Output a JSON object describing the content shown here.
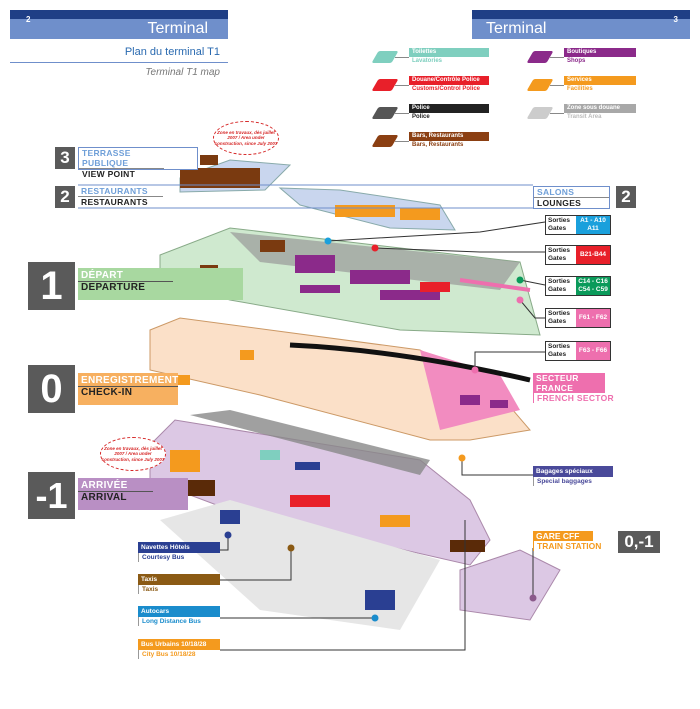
{
  "header_left": {
    "page": "2",
    "title": "Terminal"
  },
  "header_right": {
    "page": "3",
    "title": "Terminal"
  },
  "subtitle": {
    "fr": "Plan du terminal T1",
    "en": "Terminal T1 map"
  },
  "legend": [
    {
      "fr": "Toilettes",
      "en": "Lavatories",
      "color": "#7fcfbf"
    },
    {
      "fr": "Douane/Contrôle Police",
      "en": "Customs/Control Police",
      "color": "#e8202a"
    },
    {
      "fr": "Police",
      "en": "Police",
      "color": "#222222"
    },
    {
      "fr": "Bars, Restaurants",
      "en": "Bars, Restaurants",
      "color": "#8b3f12"
    },
    {
      "fr": "Boutiques",
      "en": "Shops",
      "color": "#8b2a8a"
    },
    {
      "fr": "Services",
      "en": "Facilities",
      "color": "#f49a1e"
    },
    {
      "fr": "Zone sous douane",
      "en": "Transit Area",
      "color": "#a8a8a8"
    }
  ],
  "levels": {
    "l3": {
      "num": "3",
      "fr": "TERRASSE PUBLIQUE",
      "en": "VIEW POINT"
    },
    "l2": {
      "num": "2",
      "fr": "RESTAURANTS",
      "en": "RESTAURANTS"
    },
    "l2r": {
      "num": "2",
      "fr": "SALONS",
      "en": "LOUNGES"
    },
    "l1": {
      "num": "1",
      "fr": "DÉPART",
      "en": "DEPARTURE"
    },
    "l0": {
      "num": "0",
      "fr": "ENREGISTREMENT",
      "en": "CHECK-IN"
    },
    "lm1": {
      "num": "-1",
      "fr": "ARRIVÉE",
      "en": "ARRIVAL"
    },
    "gare": {
      "num": "0,-1",
      "fr": "GARE CFF",
      "en": "TRAIN STATION"
    }
  },
  "construction_note": "Zone en travaux, dès juillet 2007 / Area under construction, since July 2007",
  "gates": [
    {
      "label_fr": "Sorties",
      "label_en": "Gates",
      "range": "A1 - A10 A11",
      "color": "#1aa0dc"
    },
    {
      "label_fr": "Sorties",
      "label_en": "Gates",
      "range": "B21-B44",
      "color": "#e8202a"
    },
    {
      "label_fr": "Sorties",
      "label_en": "Gates",
      "range": "C14 - C16 C54 - C59",
      "color": "#0a9a5a"
    },
    {
      "label_fr": "Sorties",
      "label_en": "Gates",
      "range": "F61 - F62",
      "color": "#ee6fae"
    },
    {
      "label_fr": "Sorties",
      "label_en": "Gates",
      "range": "F63 - F66",
      "color": "#ee6fae"
    }
  ],
  "french_sector": {
    "fr": "SECTEUR FRANCE",
    "en": "FRENCH SECTOR"
  },
  "special_baggage": {
    "fr": "Bagages spéciaux",
    "en": "Special baggages"
  },
  "transport": [
    {
      "fr": "Navettes Hôtels",
      "en": "Courtesy Bus",
      "color": "#2a3f92"
    },
    {
      "fr": "Taxis",
      "en": "Taxis",
      "color": "#8b5a14"
    },
    {
      "fr": "Autocars",
      "en": "Long Distance Bus",
      "color": "#1a8ccc"
    },
    {
      "fr": "Bus Urbains 10/18/28",
      "en": "City Bus 10/18/28",
      "color": "#f49a1e"
    }
  ]
}
